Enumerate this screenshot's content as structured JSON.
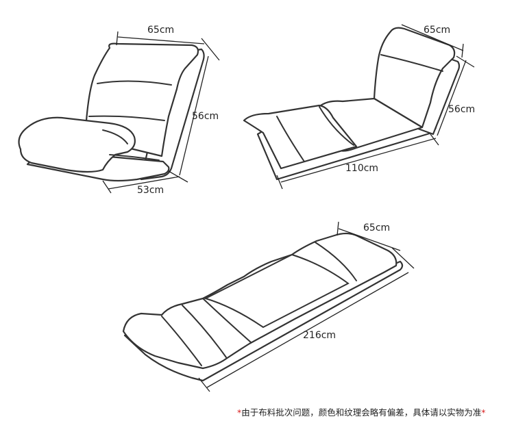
{
  "figure_1": {
    "width_label": "65cm",
    "height_label": "56cm",
    "depth_label": "53cm"
  },
  "figure_2": {
    "width_label": "65cm",
    "height_label": "56cm",
    "length_label": "110cm"
  },
  "figure_3": {
    "width_label": "65cm",
    "length_label": "216cm"
  },
  "footnote": {
    "star": "*",
    "text": "由于布料批次问题，颜色和纹理会略有偏差，具体请以实物为准",
    "star_end": "*",
    "star_color": "#d81e1e"
  }
}
